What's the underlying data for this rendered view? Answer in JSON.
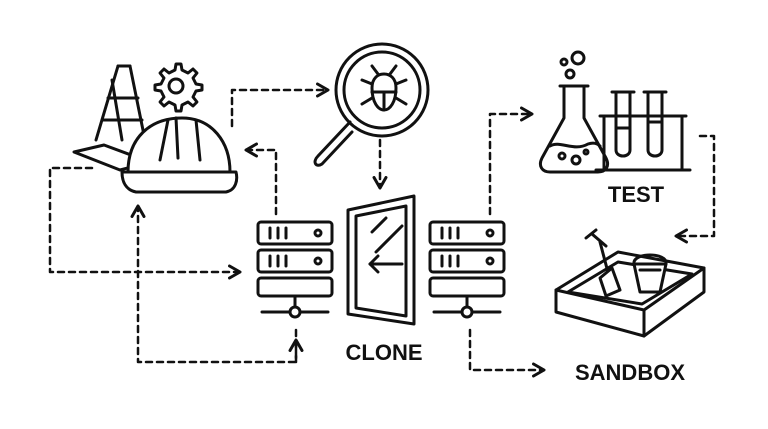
{
  "labels": {
    "test": "TEST",
    "clone": "CLONE",
    "sandbox": "SANDBOX"
  },
  "colors": {
    "ink": "#111111",
    "background": "#ffffff"
  },
  "icons": [
    "traffic-cone-icon",
    "gear-icon",
    "hard-hat-icon",
    "magnifier-bug-icon",
    "server-icon",
    "mirror-frame-icon",
    "flask-icon",
    "test-tubes-icon",
    "sandbox-icon",
    "shovel-icon",
    "bucket-icon"
  ]
}
